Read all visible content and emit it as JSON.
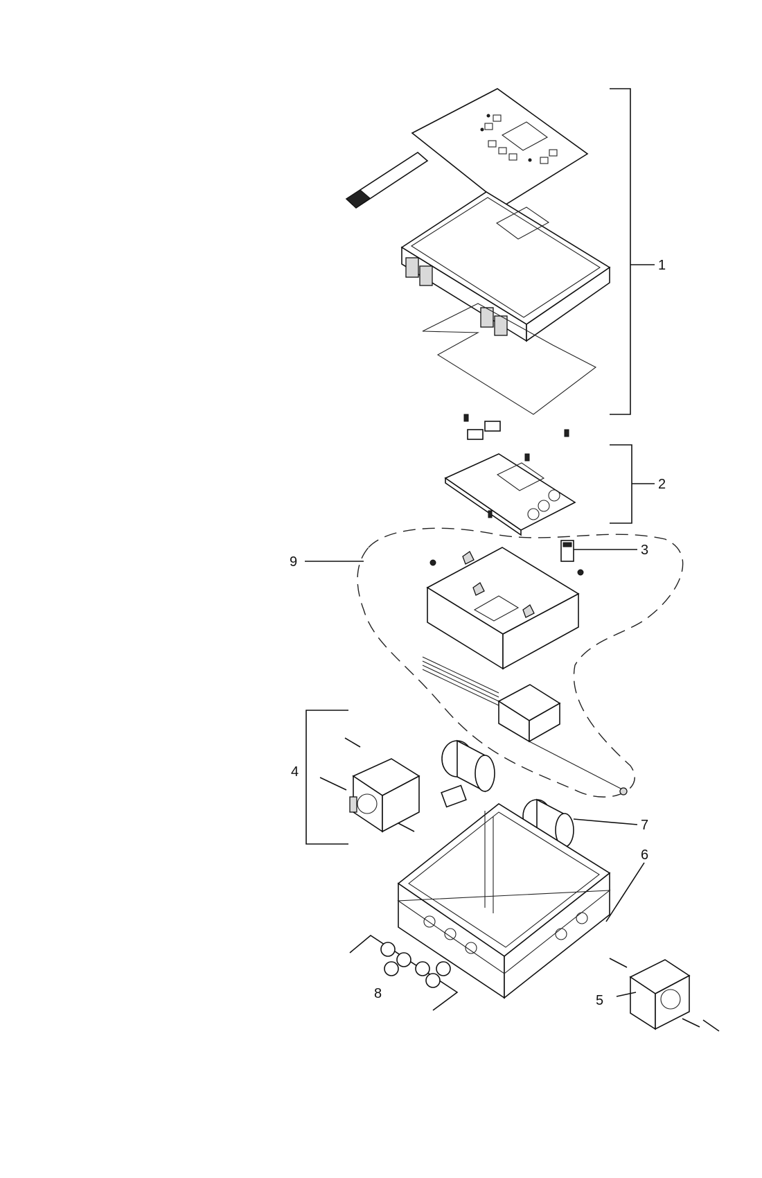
{
  "callouts": [
    {
      "id": "1",
      "text": "1"
    },
    {
      "id": "2",
      "text": "2"
    },
    {
      "id": "3",
      "text": "3"
    },
    {
      "id": "4",
      "text": "4"
    },
    {
      "id": "5",
      "text": "5"
    },
    {
      "id": "6",
      "text": "6"
    },
    {
      "id": "7",
      "text": "7"
    },
    {
      "id": "8",
      "text": "8"
    },
    {
      "id": "9",
      "text": "9"
    }
  ],
  "colors": {
    "line": "#111111",
    "background": "#ffffff",
    "shade": "#d9d9d9"
  },
  "icons": [
    "keypad-overlay-icon",
    "enclosure-cover-icon",
    "circuit-board-icon",
    "transformer-icon",
    "motor-icon",
    "pump-head-icon",
    "enclosure-base-icon",
    "cable-gland-icon"
  ]
}
